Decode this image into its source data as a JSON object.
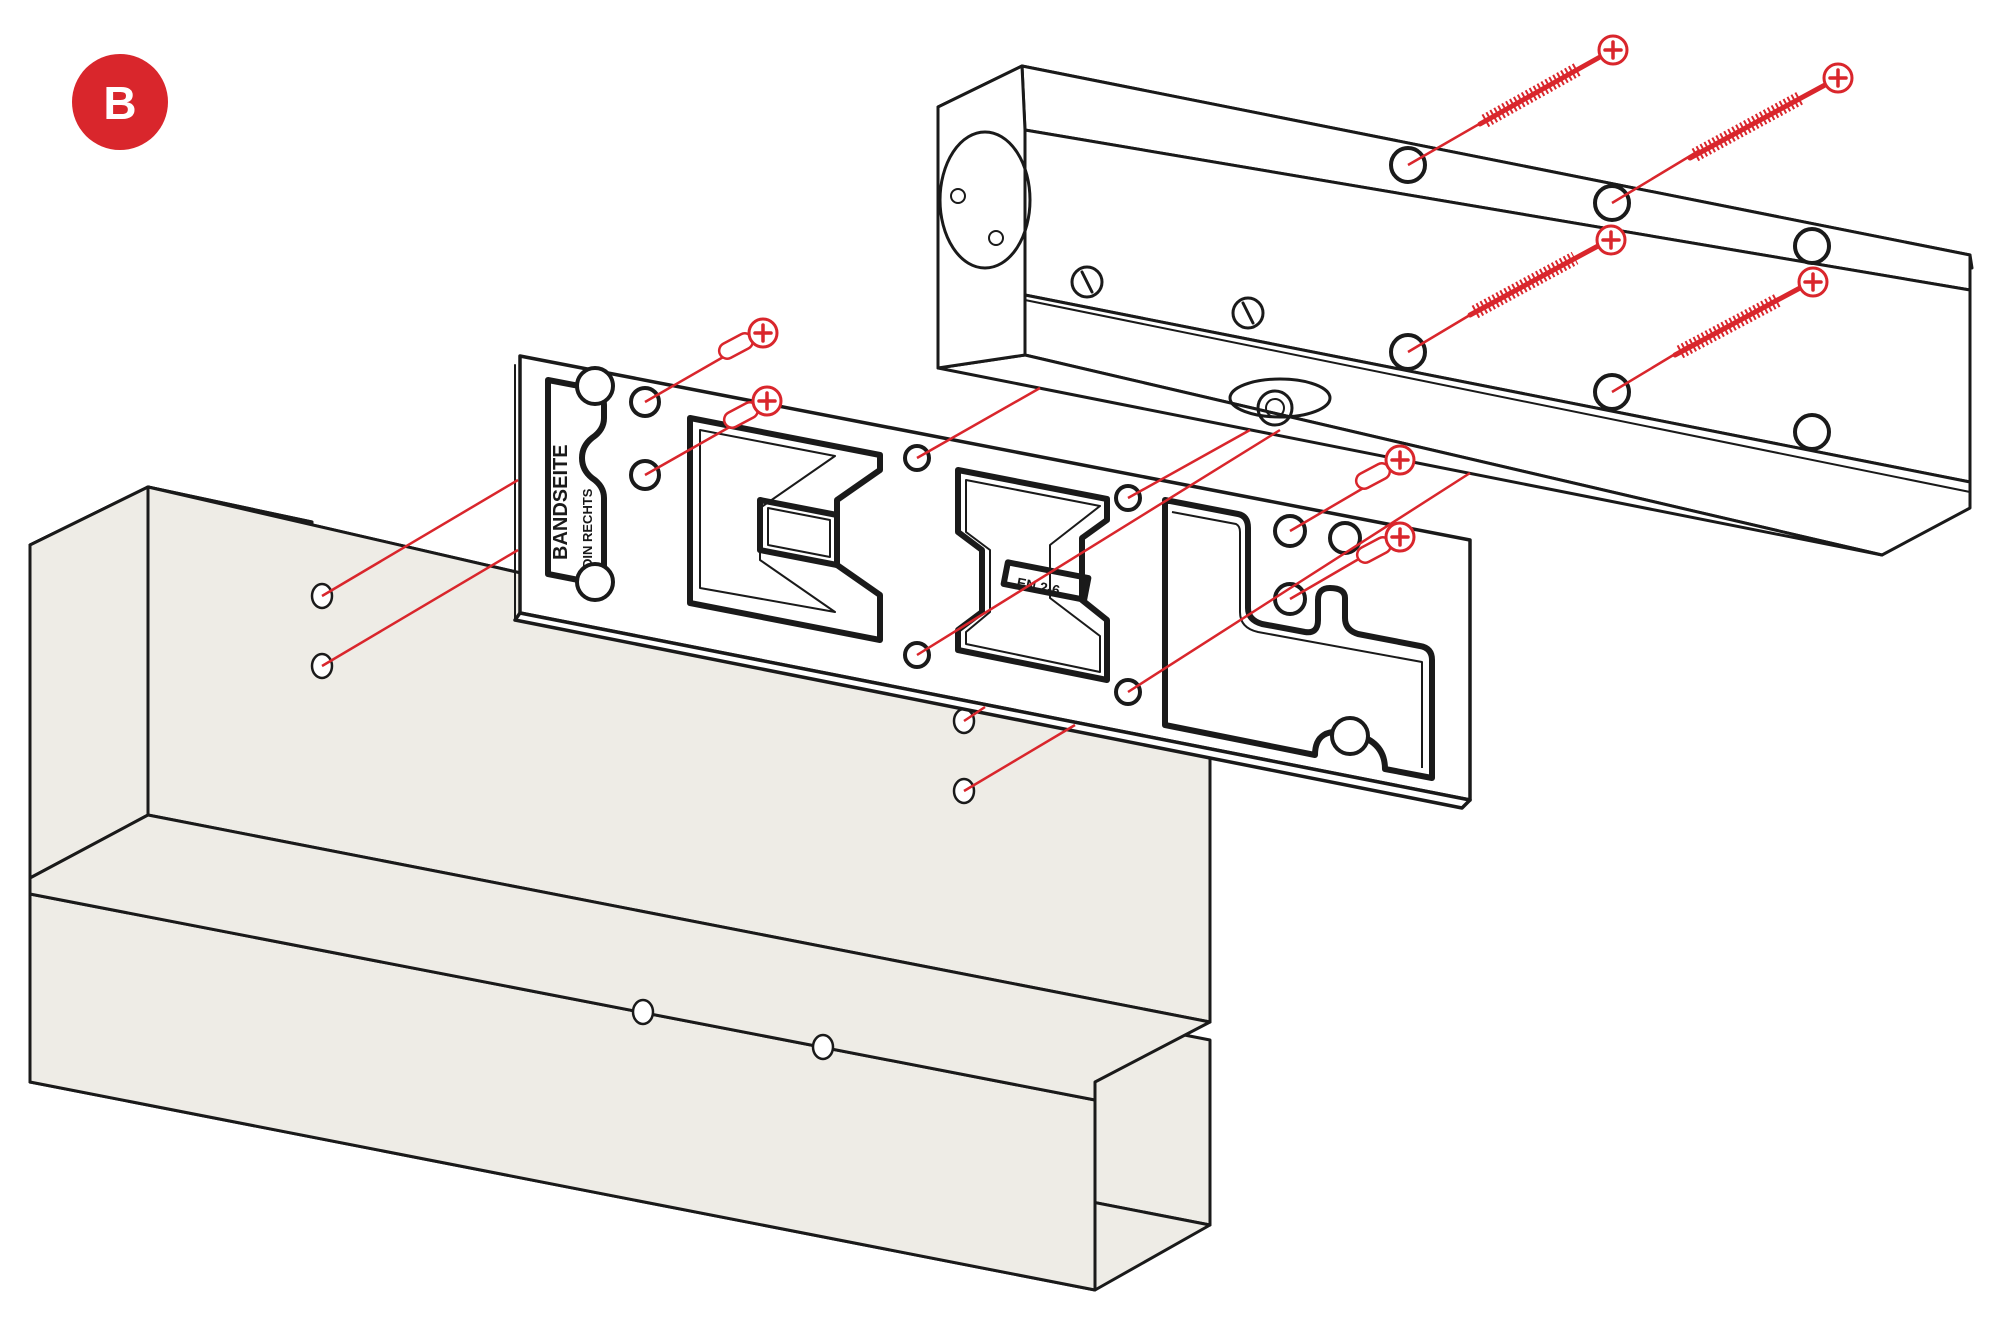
{
  "step_badge": {
    "label": "B",
    "color": "#d9262c"
  },
  "plate": {
    "label_hinge_side": "BANDSEITE",
    "label_din": "DIN RECHTS",
    "label_size": "EN 2-6"
  },
  "colors": {
    "accent": "#d9262c",
    "frame_fill": "#eeece6",
    "line": "#1a1a1a"
  }
}
